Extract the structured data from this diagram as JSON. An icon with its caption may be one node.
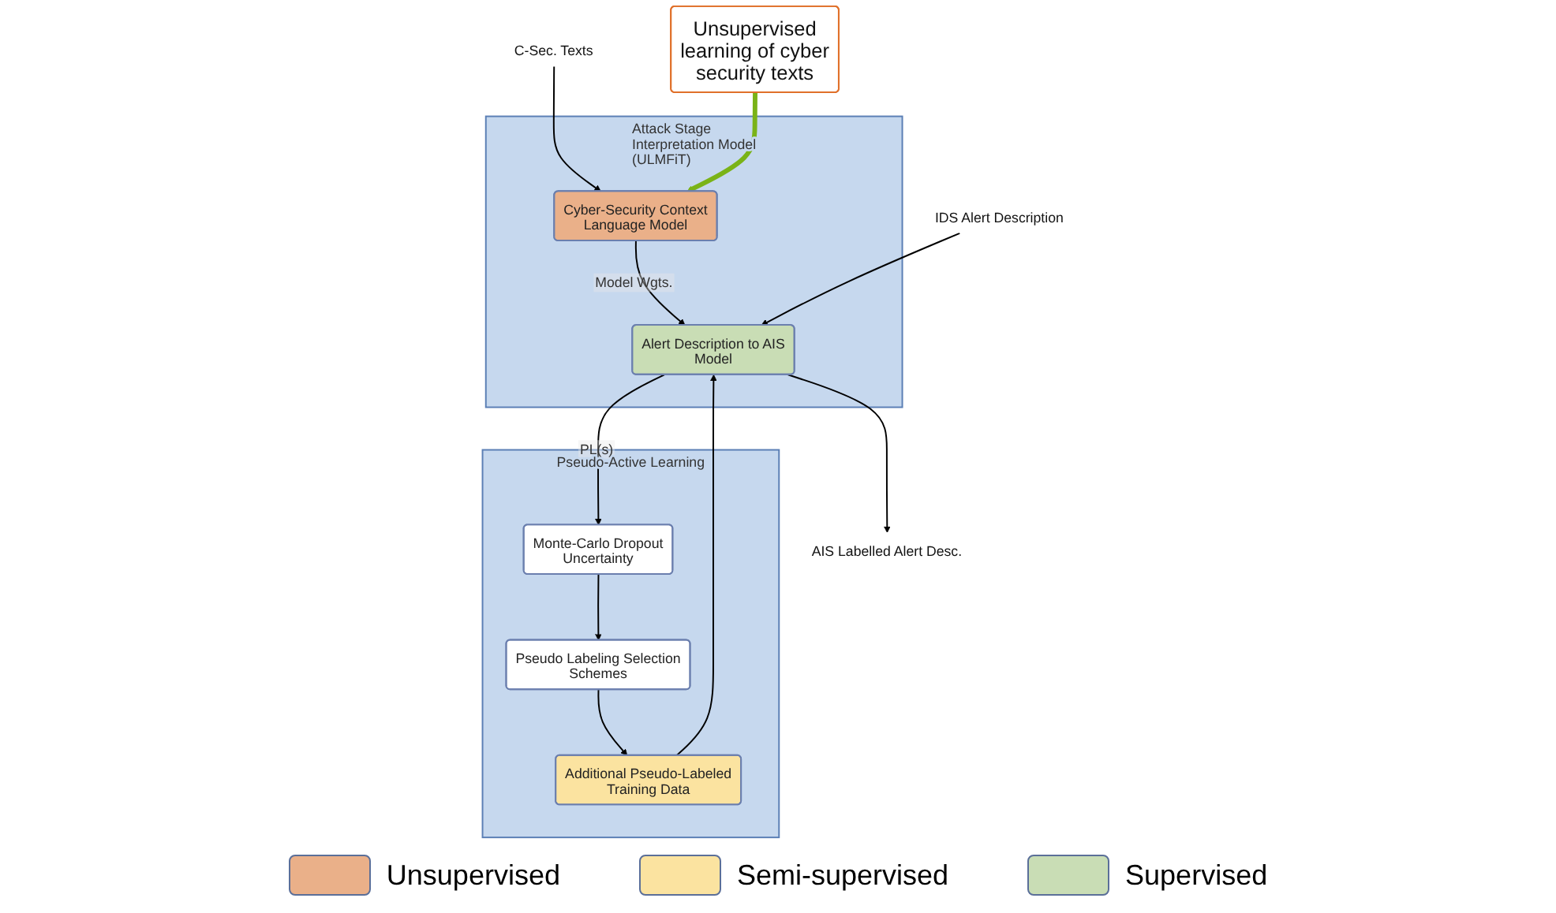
{
  "diagram": {
    "nodes": [
      {
        "text": [
          "Attack Stage Interpretation Model (ULMFiT)"
        ]
      },
      {
        "text": [
          "Cyber-Security Context Language Model"
        ],
        "in": 0
      },
      {
        "text": [
          "Alert Description to AIS Model"
        ],
        "in": 0
      },
      {
        "text": [
          "C-Sec. Texts"
        ]
      },
      {
        "text": [
          "IDS Alert Description"
        ]
      },
      {
        "text": [
          "AIS Labelled Alert Desc."
        ]
      },
      {
        "text": [
          "Unsupervised learning of cyber security texts"
        ]
      },
      {
        "text": [
          "Pseudo-Active Learning"
        ]
      },
      {
        "text": [
          "Monte-Carlo Dropout Uncertainty"
        ],
        "in": 7
      },
      {
        "text": [
          "Pseudo Labeling Selection Schemes"
        ],
        "in": 7
      },
      {
        "text": [
          "Additional Pseudo-Labeled Training Data"
        ],
        "in": 7
      }
    ],
    "edges": [
      {
        "from": 3,
        "to": 1,
        "arrow": "to"
      },
      {
        "from": 1,
        "to": 2,
        "arrow": "to",
        "label": "Model Wgts."
      },
      {
        "from": 4,
        "to": 2,
        "arrow": "to"
      },
      {
        "from": 2,
        "to": 5,
        "arrow": "to"
      },
      {
        "from": 6,
        "to": 1,
        "arrow": "to",
        "style": "thick",
        "color": "#7ab317"
      },
      {
        "from": 2,
        "to": 8,
        "arrow": "to",
        "label": "PL(s)"
      },
      {
        "from": 8,
        "to": 9,
        "arrow": "to"
      },
      {
        "from": 9,
        "to": 10,
        "arrow": "to"
      },
      {
        "from": 10,
        "to": 2,
        "arrow": "to"
      }
    ],
    "legend": [
      {
        "text": "Unsupervised",
        "color": "#eab089"
      },
      {
        "text": "Semi-supervised",
        "color": "#fbe3a0"
      },
      {
        "text": "Supervised",
        "color": "#c9ddb5"
      }
    ]
  }
}
